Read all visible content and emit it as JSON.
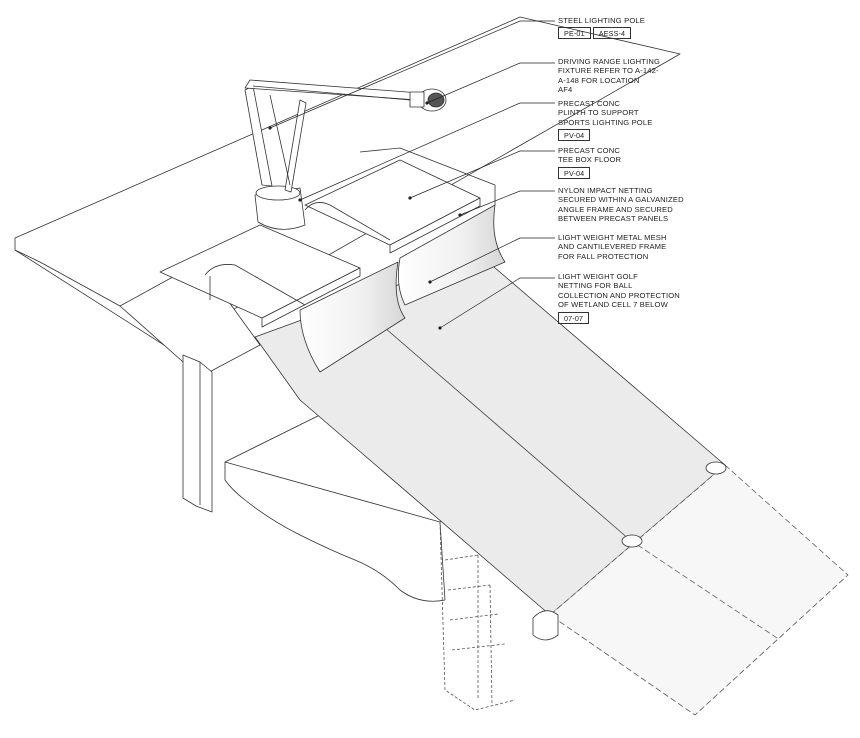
{
  "annotations": [
    {
      "id": "pole",
      "lines": [
        "STEEL LIGHTING POLE"
      ],
      "tags": [
        "PE-01",
        "AESS-4"
      ]
    },
    {
      "id": "fixture",
      "lines": [
        "DRIVING RANGE LIGHTING",
        "FIXTURE REFER TO A-142-",
        "A-148 FOR LOCATION",
        "AF4"
      ],
      "tags": []
    },
    {
      "id": "plinth",
      "lines": [
        "PRECAST CONC",
        "PLINTH TO SUPPORT",
        "SPORTS LIGHTING POLE"
      ],
      "tags": [
        "PV-04"
      ]
    },
    {
      "id": "teebox",
      "lines": [
        "PRECAST CONC",
        "TEE BOX FLOOR"
      ],
      "tags": [
        "PV-04"
      ]
    },
    {
      "id": "impact",
      "lines": [
        "NYLON IMPACT NETTING",
        "SECURED WITHIN A GALVANIZED",
        "ANGLE FRAME AND SECURED",
        "BETWEEN PRECAST PANELS"
      ],
      "tags": []
    },
    {
      "id": "mesh",
      "lines": [
        "LIGHT WEIGHT METAL MESH",
        "AND CANTILEVERED FRAME",
        "FOR FALL PROTECTION"
      ],
      "tags": []
    },
    {
      "id": "golfnet",
      "lines": [
        "LIGHT WEIGHT GOLF",
        "NETTING FOR BALL",
        "COLLECTION AND PROTECTION",
        "OF WETLAND CELL 7 BELOW"
      ],
      "tags": [
        "07-07"
      ]
    }
  ]
}
